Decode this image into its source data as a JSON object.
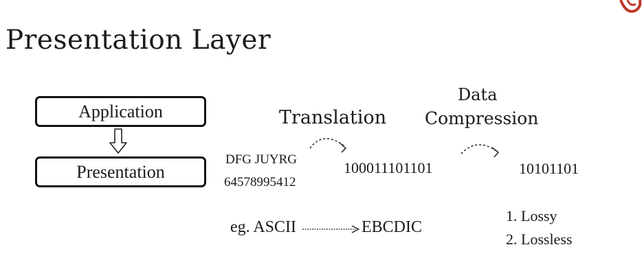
{
  "slide": {
    "title": "Presentation Layer"
  },
  "layers": {
    "top_label": "Application",
    "bottom_label": "Presentation"
  },
  "translation": {
    "label": "Translation",
    "input_text_line1": "DFG JUYRG",
    "input_text_line2": "64578995412",
    "binary_output": "100011101101"
  },
  "compression": {
    "label_line1": "Data",
    "label_line2": "Compression",
    "compressed_output": "10101101",
    "types": [
      "1. Lossy",
      "2. Lossless"
    ]
  },
  "example": {
    "prefix": "eg.",
    "from": "ASCII",
    "to": "EBCDIC"
  },
  "colors": {
    "logo": "#c0392b",
    "ink": "#111111"
  }
}
